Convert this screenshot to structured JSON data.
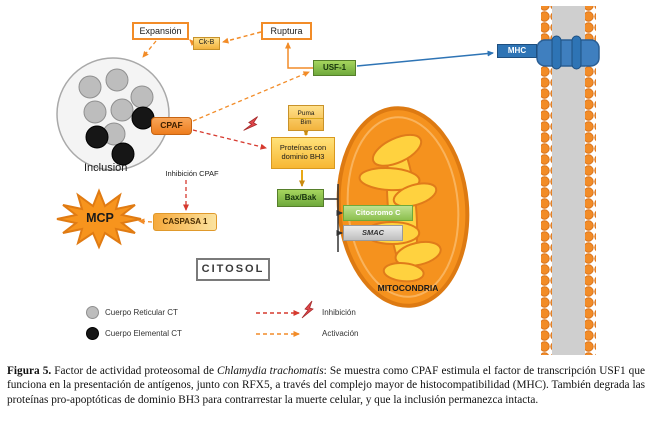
{
  "colors": {
    "activation_orange": "#F28C28",
    "inhibition_red": "#D63A2F",
    "usf_green": "#7AB648",
    "mhc_blue": "#2E74B5",
    "bh3_yellow": "#FFD34D",
    "mitochondria_orange": "#F5921E"
  },
  "nodes": {
    "expansion": "Expansión",
    "ckb": "Ck-B",
    "ruptura": "Ruptura",
    "usf1": "USF-1",
    "mhc": "MHC",
    "cpaf": "CPAF",
    "inclusion": "Inclusión",
    "inhibicion_cpaf": "Inhibición CPAF",
    "mcp": "MCP",
    "caspasa1": "CASPASA 1",
    "puma": "Puma",
    "bim": "Bim",
    "bh3_line1": "Proteínas con",
    "bh3_line2": "dominio BH3",
    "baxbak": "Bax/Bak",
    "citocromo_c": "Citocromo C",
    "smac": "SMAC",
    "citosol": "CITOSOL",
    "mitocondria": "MITOCONDRIA"
  },
  "legend": {
    "reticular": "Cuerpo Reticular CT",
    "elemental": "Cuerpo Elemental CT",
    "inhibicion": "Inhibición",
    "activacion": "Activación"
  },
  "caption": {
    "label": "Figura 5.",
    "text_before_species": " Factor de actividad proteosomal de ",
    "species": "Chlamydia trachomatis",
    "text_after_species": ": Se muestra como CPAF estimula el factor de transcripción USF1 que funciona en la presentación de antígenos, junto con RFX5, a través del complejo mayor de histocompatibilidad (MHC). También degrada las proteínas pro-apoptóticas de dominio BH3 para contrarrestar la muerte celular, y que la inclusión permanezca intacta."
  }
}
